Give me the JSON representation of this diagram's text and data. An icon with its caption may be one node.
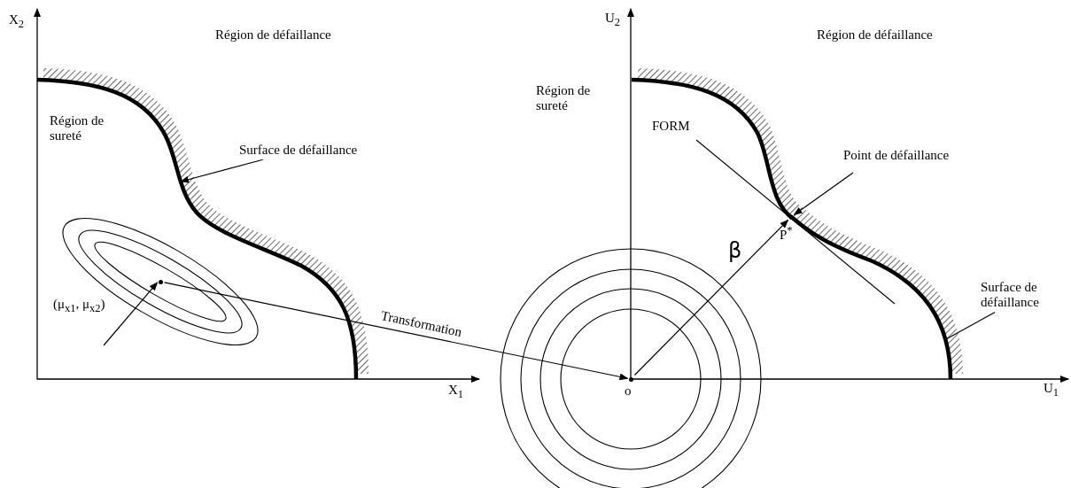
{
  "diagram": {
    "nodes": [
      {
        "text": [
          "Surface de défaillance"
        ]
      },
      {
        "text": [
          "(μ$_{x1}$, μ$_{x2}$)"
        ]
      },
      {
        "text": [],
        "shape": "circle"
      },
      {
        "text": [],
        "shape": "circle",
        "beside": [
          "o"
        ]
      },
      {
        "text": [
          "Point de défaillance"
        ]
      },
      {
        "text": [],
        "shape": "circle",
        "beside": [
          "P$^{*}$"
        ]
      },
      {
        "text": [
          "Surface de défaillance"
        ]
      }
    ],
    "edges": [
      {
        "from": 0,
        "to": null,
        "arrow": "to"
      },
      {
        "from": 1,
        "to": 2,
        "arrow": "to"
      },
      {
        "from": 2,
        "to": 3,
        "arrow": "to",
        "label": "Transformation"
      },
      {
        "from": 3,
        "to": 5,
        "arrow": "to",
        "label": "β"
      },
      {
        "from": 4,
        "to": 5,
        "arrow": "to"
      },
      {
        "from": 6,
        "to": null,
        "arrow": "none"
      }
    ],
    "labels": [
      "X$_{2}$",
      "Région de défaillance",
      "Région de sureté",
      "X$_{1}$",
      "U$_{2}$",
      "Région de défaillance",
      "Région de sureté",
      "FORM",
      "U$_{1}$"
    ]
  }
}
